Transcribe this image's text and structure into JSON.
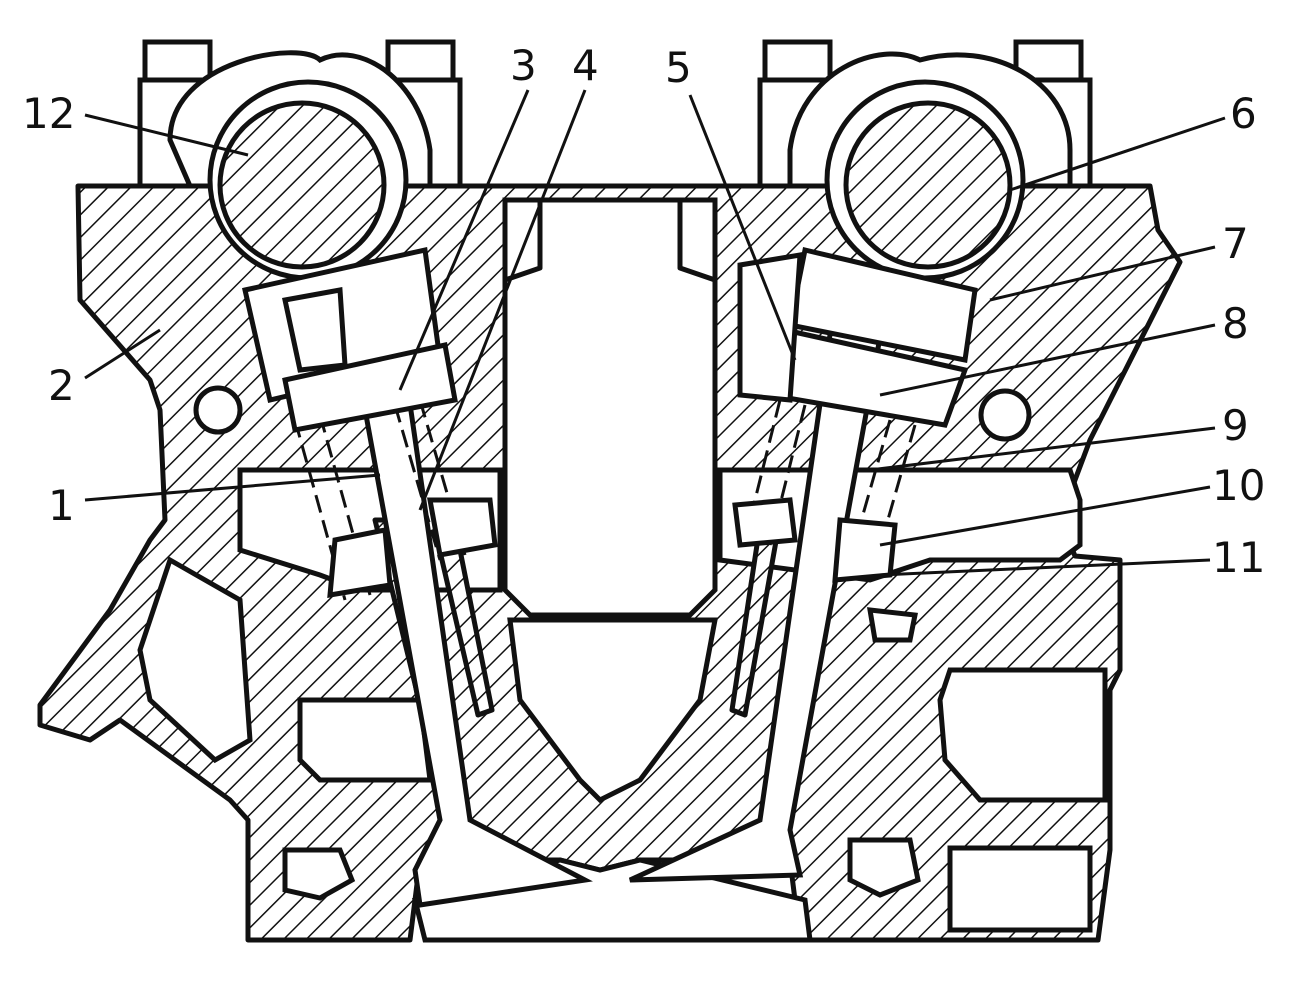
{
  "callouts": [
    "1",
    "2",
    "3",
    "4",
    "5",
    "6",
    "7",
    "8",
    "9",
    "10",
    "11",
    "12"
  ]
}
